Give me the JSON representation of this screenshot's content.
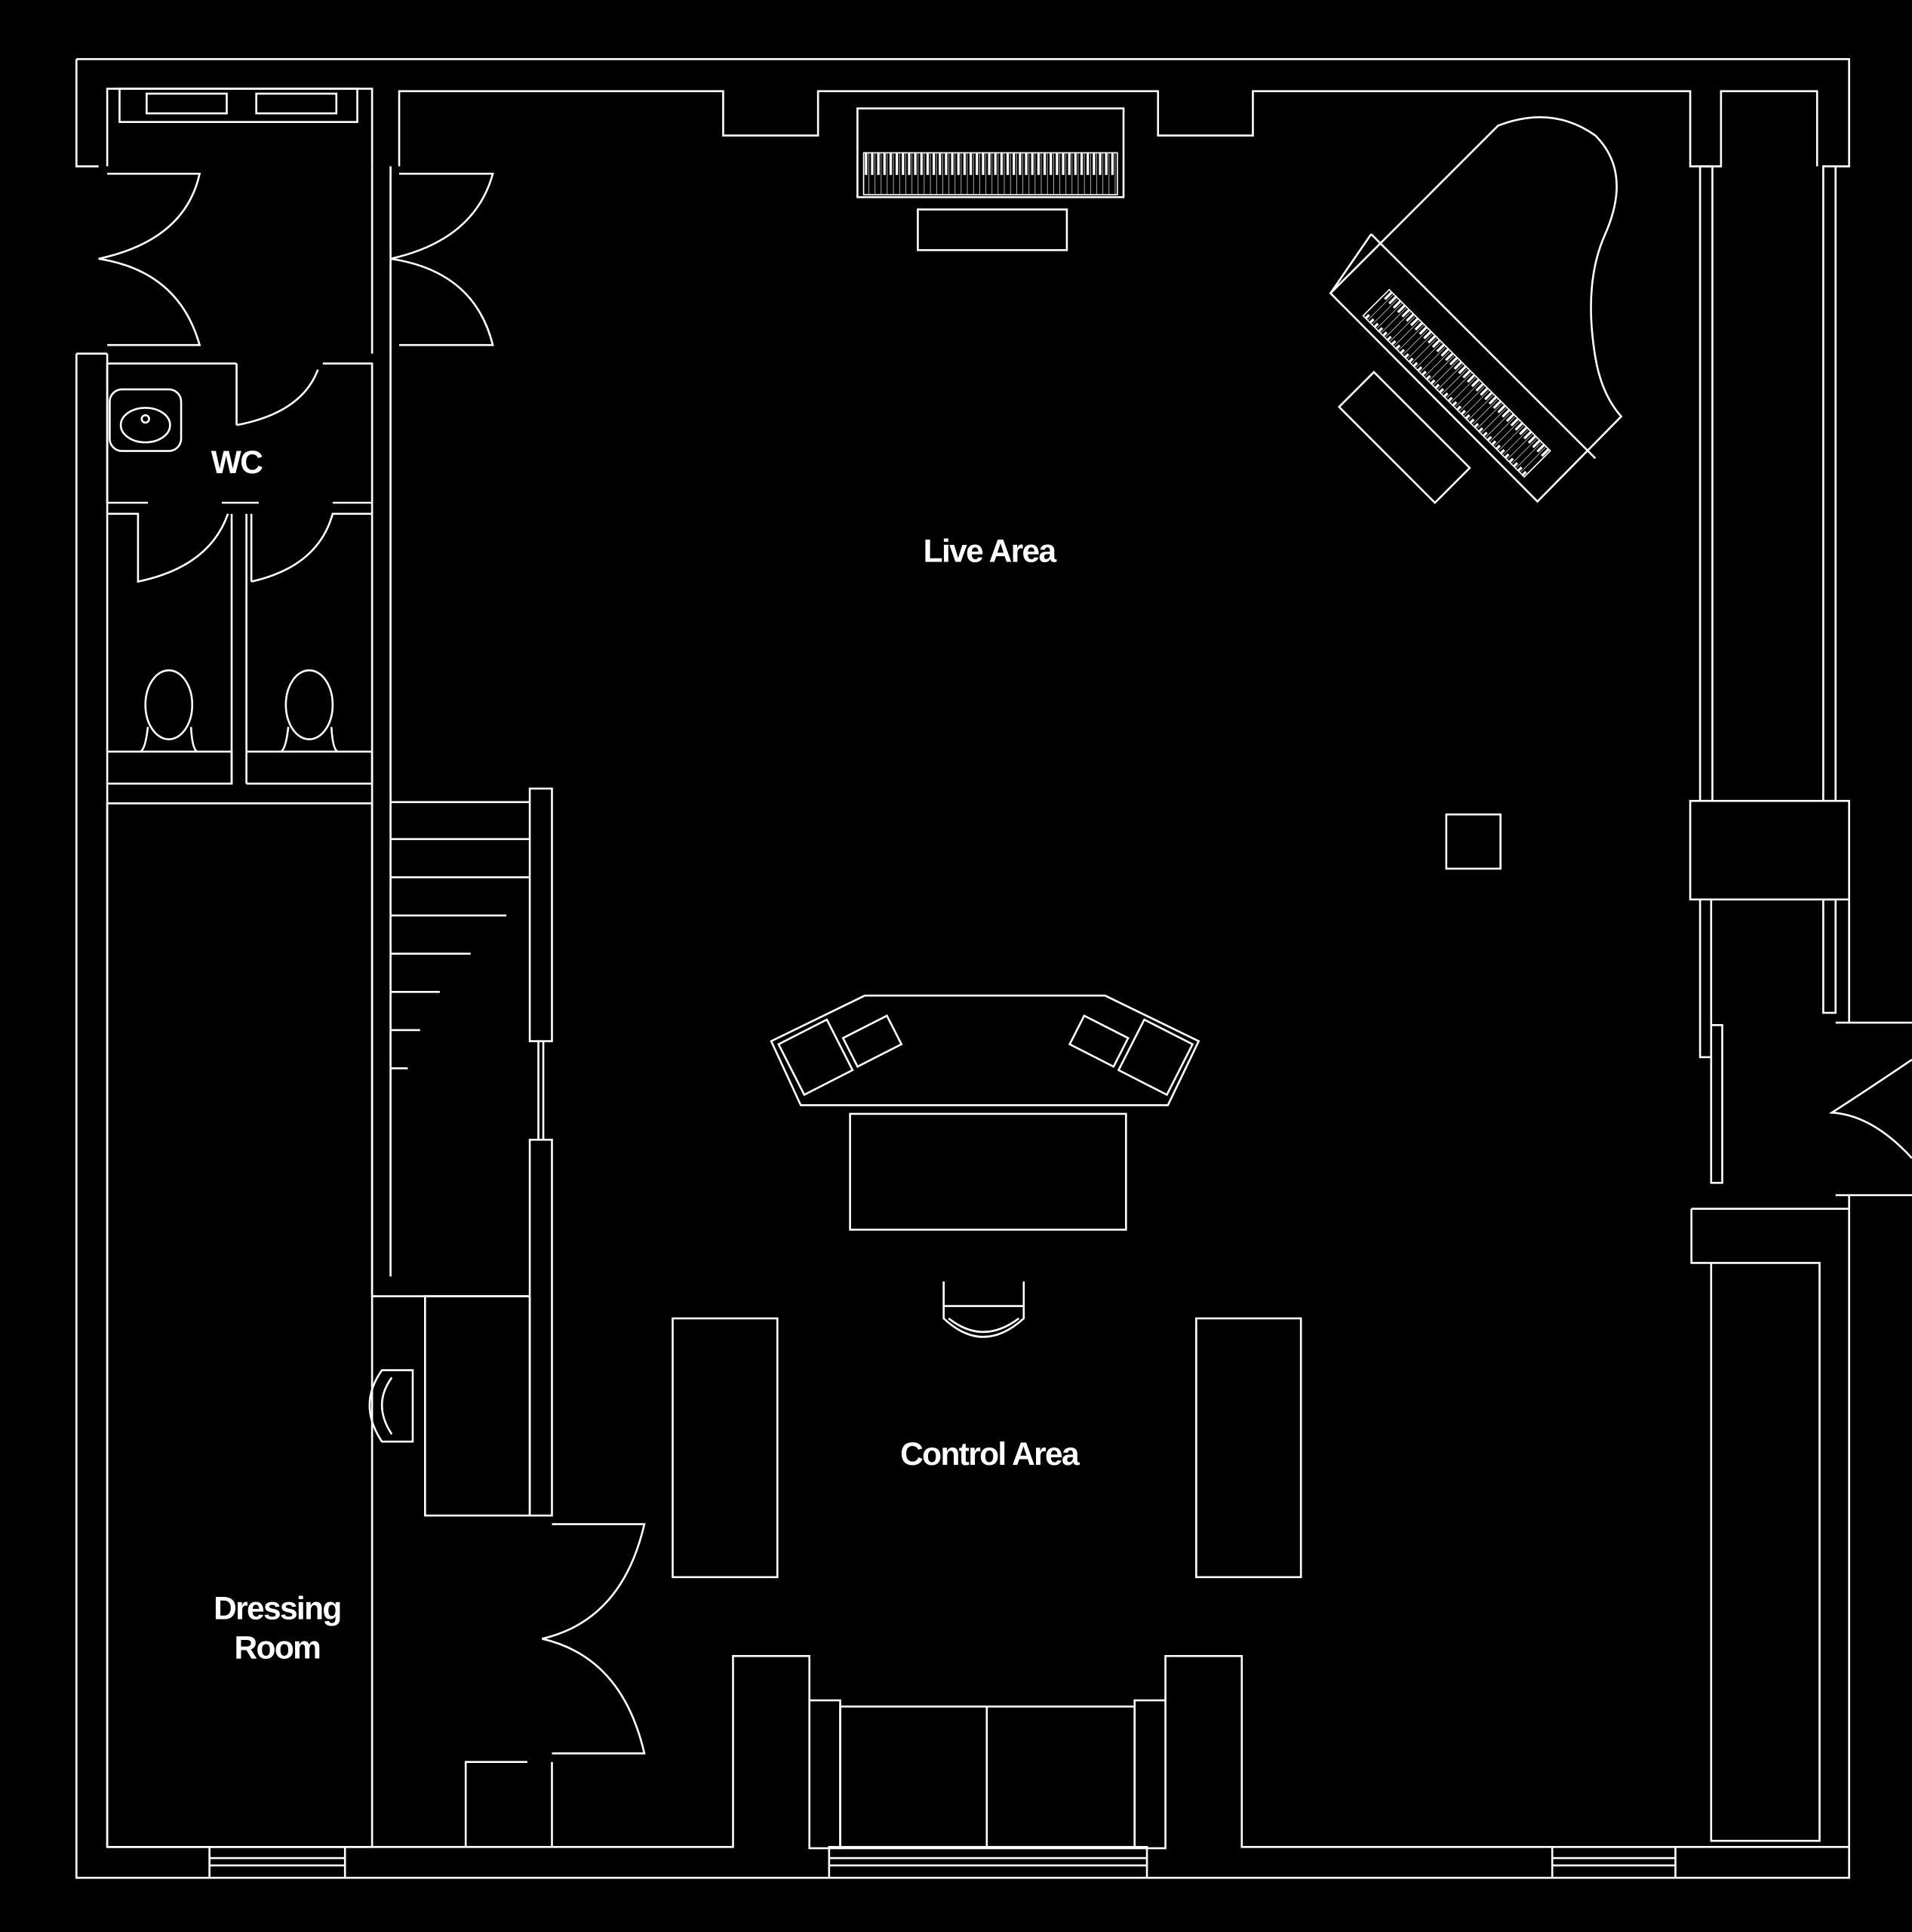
{
  "plan": {
    "rooms": {
      "wc": "WC",
      "live_area": "Live Area",
      "control_area": "Control Area",
      "dressing_room_line1": "Dressing",
      "dressing_room_line2": "Room"
    },
    "colors": {
      "background": "#000000",
      "lines": "#ffffff"
    }
  }
}
